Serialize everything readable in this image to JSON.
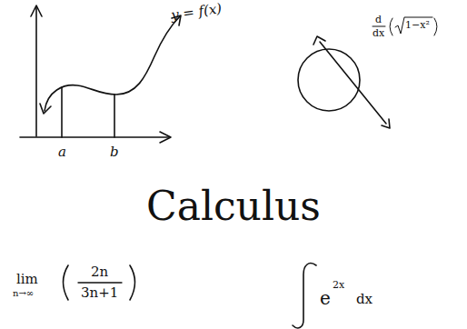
{
  "diagram": {
    "title": "Calculus",
    "labels": [
      "y = f(x)",
      "a",
      "b",
      "d",
      "dx",
      "1−x²",
      "lim",
      "n→∞",
      "2n",
      "3n+1",
      "e",
      "2x",
      "dx"
    ]
  }
}
